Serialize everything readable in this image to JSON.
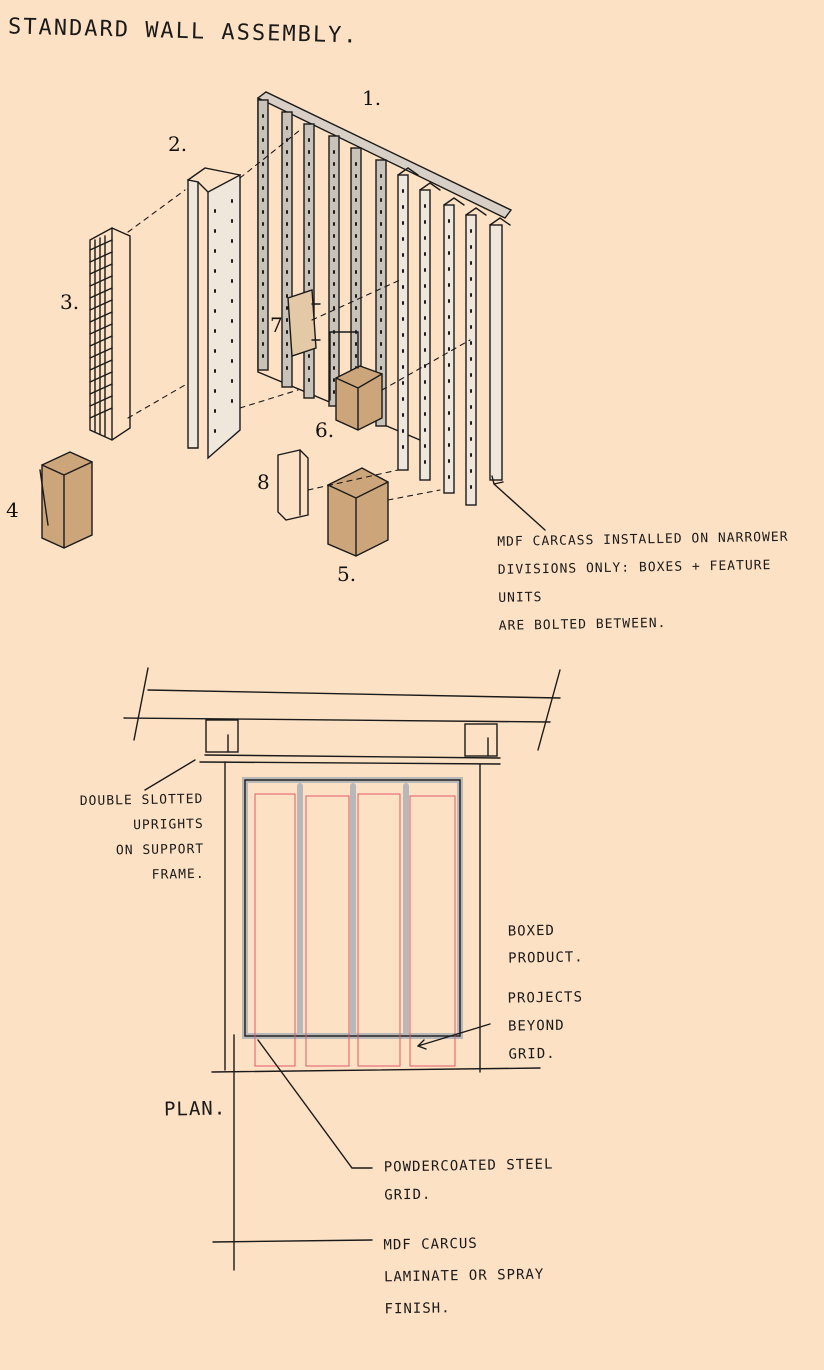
{
  "title": "STANDARD WALL ASSEMBLY.",
  "numbers": [
    "1.",
    "2.",
    "3.",
    "4",
    "5.",
    "6.",
    "7",
    "8"
  ],
  "assembly_note": "MDF CARCASS INSTALLED ON NARROWER\nDIVISIONS ONLY: BOXES + FEATURE UNITS\nARE BOLTED BETWEEN.",
  "plan_label": "PLAN.",
  "plan_notes": {
    "uprights": "DOUBLE SLOTTED\nUPRIGHTS\nON SUPPORT\nFRAME.",
    "boxed": "BOXED\nPRODUCT.",
    "projects": "PROJECTS\nBEYOND\nGRID.",
    "grid": "POWDERCOATED STEEL\nGRID.",
    "carcass": "MDF CARCUS\nLAMINATE OR SPRAY\nFINISH."
  },
  "colors": {
    "background": "#fde1c4",
    "ink": "#1a1a1a",
    "steel": "#b8b8b8",
    "carcass_tan": "#cda57a",
    "product_outline": "#e05a6a"
  }
}
